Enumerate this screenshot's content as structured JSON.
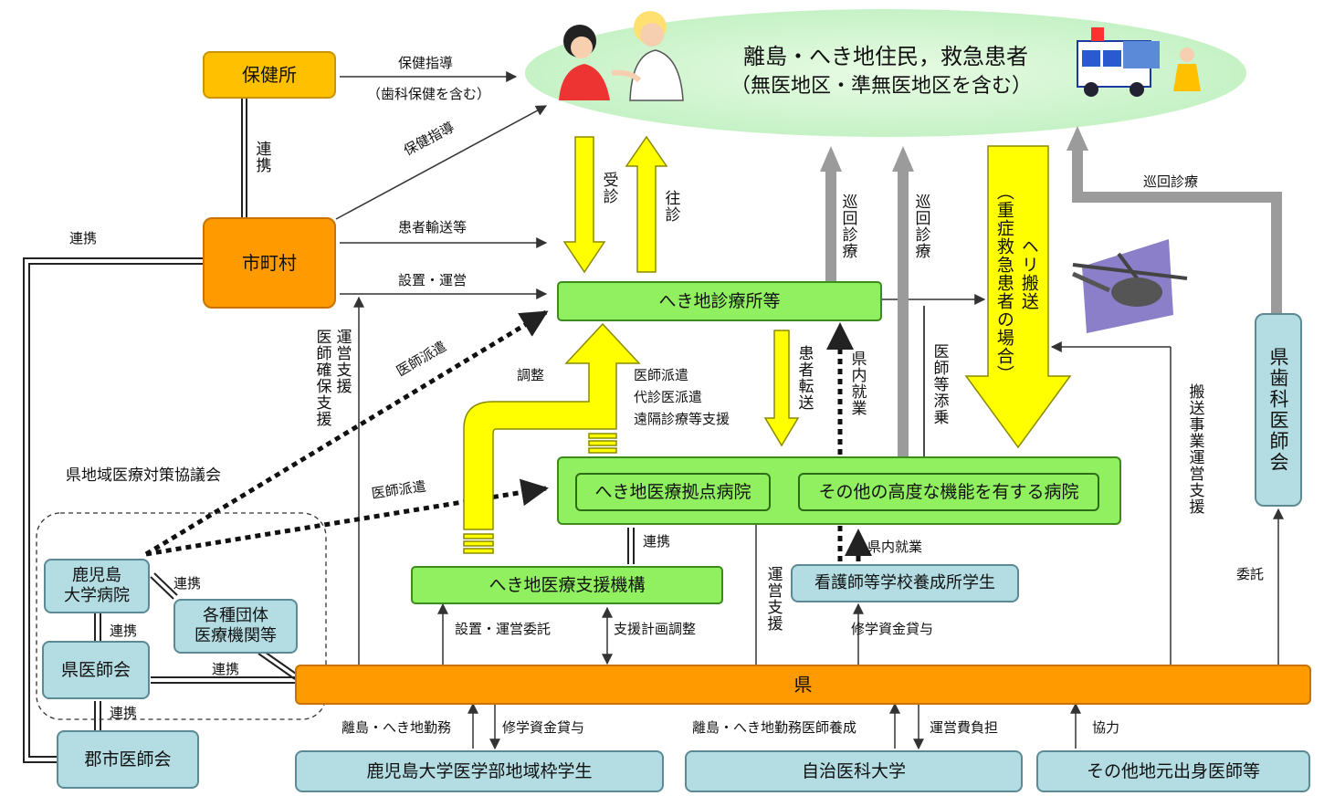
{
  "nodes": {
    "residents": {
      "line1": "離島・へき地住民，救急患者",
      "line2": "（無医地区・準無医地区を含む）"
    },
    "hokenjo": "保健所",
    "shichoson": "市町村",
    "clinic": "へき地診療所等",
    "base_hospital": "へき地医療拠点病院",
    "advanced_hospital": "その他の高度な機能を有する病院",
    "support_org": "へき地医療支援機構",
    "nursing": "看護師等学校養成所学生",
    "univ_hospital": {
      "line1": "鹿児島",
      "line2": "大学病院"
    },
    "groups": {
      "line1": "各種団体",
      "line2": "医療機関等"
    },
    "pref_med": "県医師会",
    "gunshi": "郡市医師会",
    "ken": "県",
    "dental": "県歯科医師会",
    "students": "鹿児島大学医学部地域枠学生",
    "jichi": "自治医科大学",
    "local_docs": "その他地元出身医師等",
    "council": "県地域医療対策協議会"
  },
  "labels": {
    "hoken_shido": "保健指導",
    "hoken_shido_sub": "（歯科保健を含む）",
    "hoken_shido2": "保健指導",
    "renkei_v": "連携",
    "renkei_left": "連携",
    "kanja_yuso": "患者輸送等",
    "setchi_unei": "設置・運営",
    "jushin": "受診",
    "oushin": "往診",
    "junkai1": "巡回診療",
    "junkai2": "巡回診療",
    "heli": "ヘリ搬送",
    "heli_sub": "（重症救急患者の場合）",
    "junkai_top": "巡回診療",
    "unei_shien": "運営支援",
    "ishi_kakuho": "医師確保支援",
    "ishi_haken1": "医師派遣",
    "ishi_haken2": "医師派遣",
    "chosei": "調整",
    "haken_line1": "医師派遣",
    "haken_line2": "代診医派遣",
    "haken_line3": "遠隔診療等支援",
    "kanja_tenso": "患者転送",
    "kennai_shugyo1": "県内就業",
    "ishi_tenjo": "医師等添乗",
    "hanso_jigyo": "搬送事業運営支援",
    "renkei_mid": "連携",
    "kennai_shugyo2": "県内就業",
    "unei_shien2": "運営支援",
    "itaku": "委託",
    "setchi_itaku": "設置・運営委託",
    "shien_keikaku": "支援計画調整",
    "shugaku1": "修学資金貸与",
    "renkei_a": "連携",
    "renkei_b": "連携",
    "renkei_c": "連携",
    "renkei_d": "連携",
    "ritou_kinmu": "離島・へき地勤務",
    "shugaku2": "修学資金貸与",
    "ritou_yosei": "離島・へき地勤務医師養成",
    "unei_futan": "運営費負担",
    "kyoryoku": "協力"
  },
  "colors": {
    "orange_dark": "#ff9a00",
    "orange_light": "#ffc000",
    "green": "#90f060",
    "blue": "#b3dde3",
    "yellow_arrow": "#ffff00",
    "gray_arrow": "#9b9b9b",
    "ellipse": "#d4f5d0"
  },
  "icons": [
    "doctor-child-illustration",
    "ambulance-illustration",
    "helicopter-icon"
  ]
}
